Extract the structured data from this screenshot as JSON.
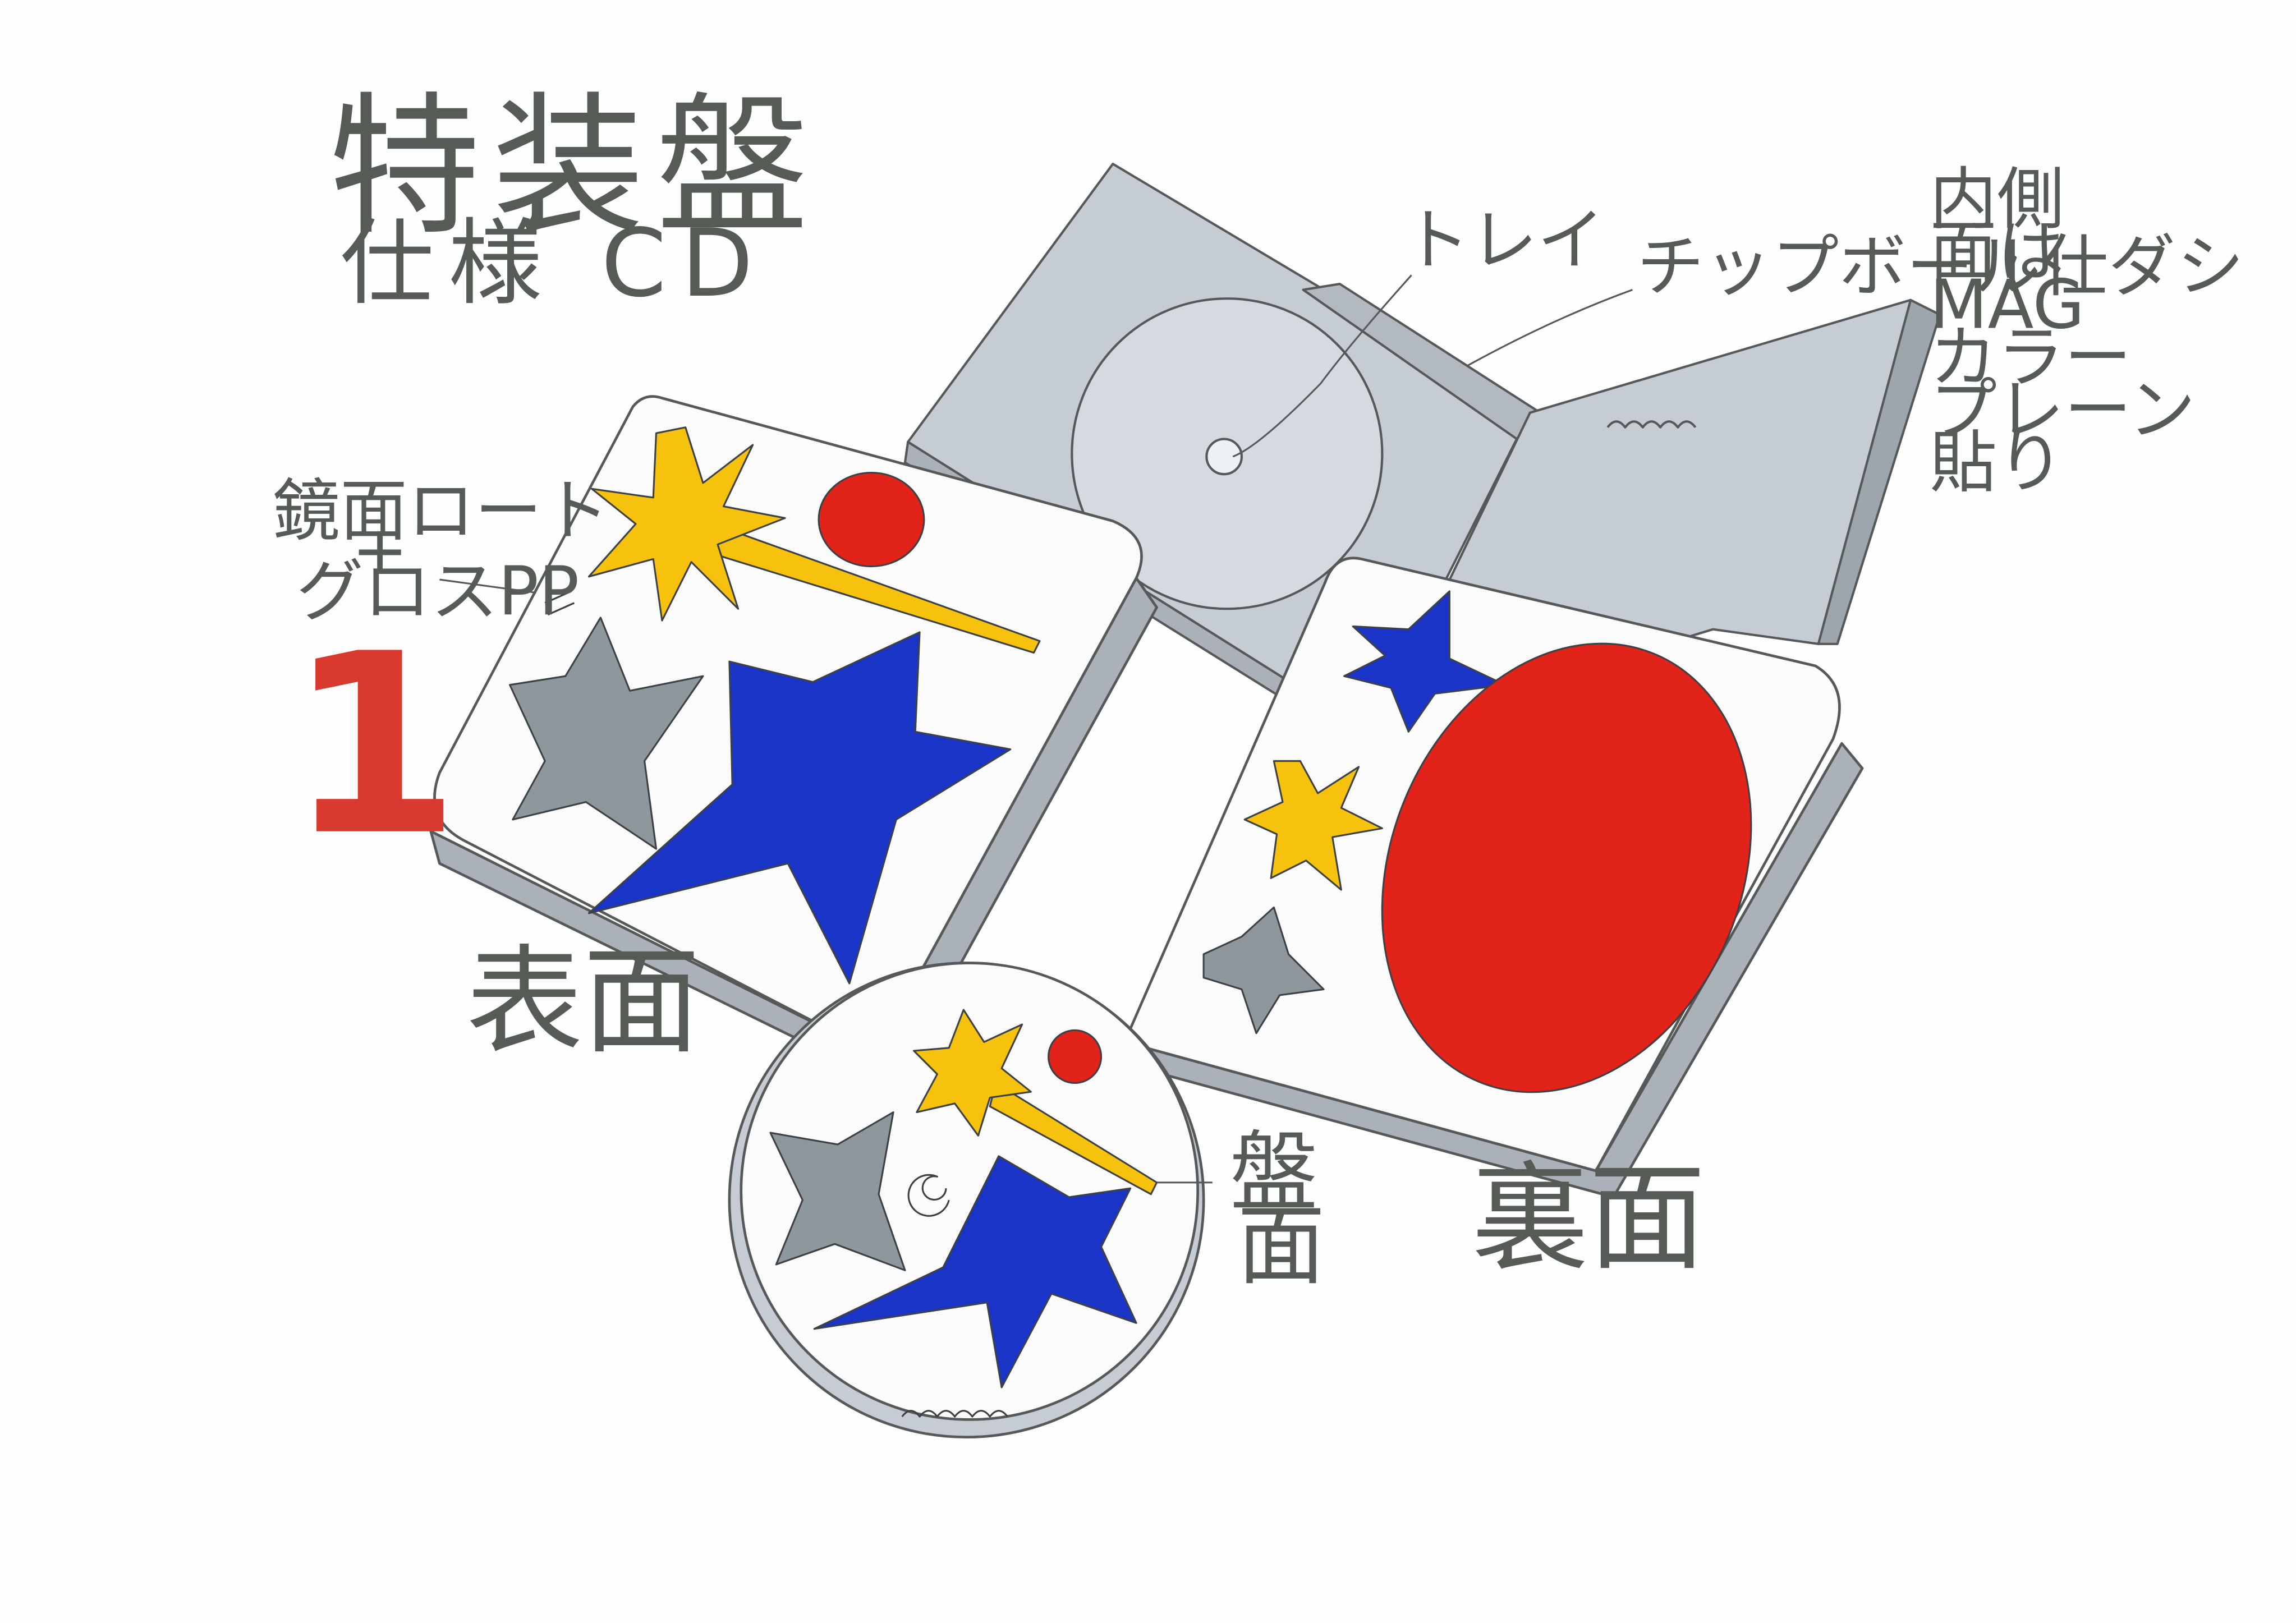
{
  "sketch": {
    "title": "特装盤",
    "subtitle": "仕様 CD",
    "number": "1",
    "tray_label": "トレイ",
    "tip_label": "チップボール仕ダシ",
    "inner_note": [
      "内側",
      "面は",
      "MAG",
      "カラー",
      "プレーン",
      "貼り"
    ],
    "finish_note": [
      "鏡面ロート",
      "+",
      "グロスPP"
    ],
    "cover_front_label": "表面",
    "back_label": "裏面",
    "disc_label": [
      "盤",
      "面"
    ]
  },
  "colors": {
    "blue": "#1b34c8",
    "red": "#e2231a",
    "yellow": "#f7c20e",
    "gray": "#8e979b",
    "case_gray": "#c6ccd3",
    "pencil": "#55595a"
  },
  "icons": [
    "yellow-starburst-icon",
    "red-dot-icon",
    "blue-star-icon",
    "gray-sparkle-icon",
    "red-oval-icon",
    "cd-disc-icon"
  ]
}
